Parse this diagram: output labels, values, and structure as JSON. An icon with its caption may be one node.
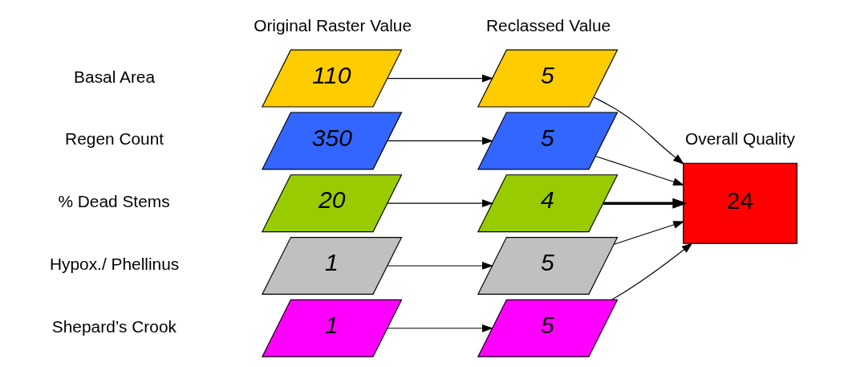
{
  "diagram": {
    "nodes": [
      {
        "text": [
          "110"
        ]
      },
      {
        "text": [
          "350"
        ]
      },
      {
        "text": [
          "20"
        ]
      },
      {
        "text": [
          "1"
        ]
      },
      {
        "text": [
          "1"
        ]
      },
      {
        "text": [
          "5"
        ]
      },
      {
        "text": [
          "5"
        ]
      },
      {
        "text": [
          "4"
        ]
      },
      {
        "text": [
          "5"
        ]
      },
      {
        "text": [
          "5"
        ]
      },
      {
        "text": [
          "24"
        ]
      }
    ],
    "edges": [
      {
        "from": 0,
        "to": 5,
        "arrow": "to"
      },
      {
        "from": 1,
        "to": 6,
        "arrow": "to"
      },
      {
        "from": 2,
        "to": 7,
        "arrow": "to"
      },
      {
        "from": 3,
        "to": 8,
        "arrow": "to"
      },
      {
        "from": 4,
        "to": 9,
        "arrow": "to"
      },
      {
        "from": 5,
        "to": 10,
        "arrow": "to"
      },
      {
        "from": 6,
        "to": 10,
        "arrow": "to"
      },
      {
        "from": 7,
        "to": 10,
        "arrow": "to",
        "style": "thick"
      },
      {
        "from": 8,
        "to": 10,
        "arrow": "to"
      },
      {
        "from": 9,
        "to": 10,
        "arrow": "to"
      }
    ],
    "labels": [
      "Original Raster Value",
      "Reclassed Value",
      "Overall Quality",
      "Basal Area",
      "Regen Count",
      "% Dead Stems",
      "Hypox./ Phellinus",
      "Shepard’s Crook"
    ]
  }
}
